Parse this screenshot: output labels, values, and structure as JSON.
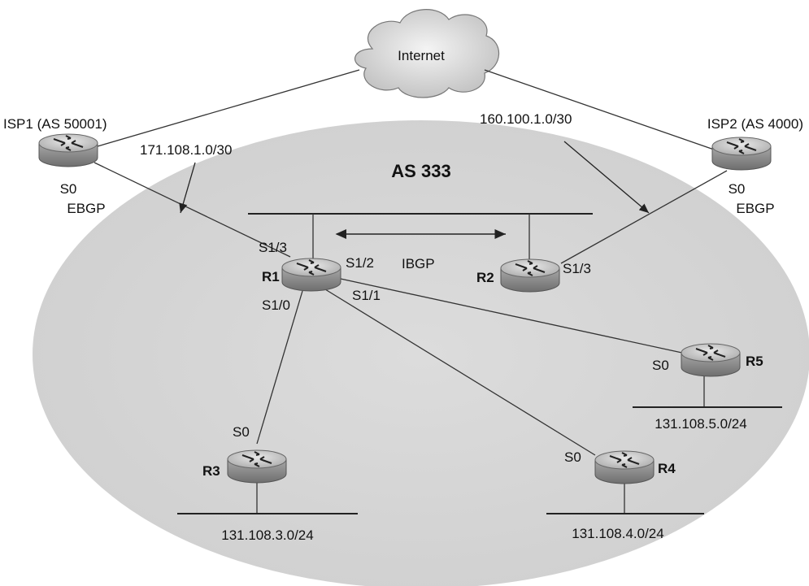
{
  "cloud": {
    "label": "Internet"
  },
  "as_area": {
    "label": "AS 333"
  },
  "routers": {
    "isp1": {
      "name": "ISP1 (AS 50001)",
      "iface": "S0",
      "proto": "EBGP"
    },
    "isp2": {
      "name": "ISP2 (AS 4000)",
      "iface": "S0",
      "proto": "EBGP"
    },
    "r1": {
      "name": "R1",
      "s13": "S1/3",
      "s12": "S1/2",
      "s10": "S1/0",
      "s11": "S1/1"
    },
    "r2": {
      "name": "R2",
      "s13": "S1/3"
    },
    "r3": {
      "name": "R3",
      "s0": "S0"
    },
    "r4": {
      "name": "R4",
      "s0": "S0"
    },
    "r5": {
      "name": "R5",
      "s0": "S0"
    }
  },
  "links": {
    "isp1_link": "171.108.1.0/30",
    "isp2_link": "160.100.1.0/30",
    "ibgp": "IBGP"
  },
  "networks": {
    "r3_lan": "131.108.3.0/24",
    "r4_lan": "131.108.4.0/24",
    "r5_lan": "131.108.5.0/24"
  },
  "colors": {
    "as_fill": "#d7d7d7",
    "router_body": "#bdbdbd"
  }
}
